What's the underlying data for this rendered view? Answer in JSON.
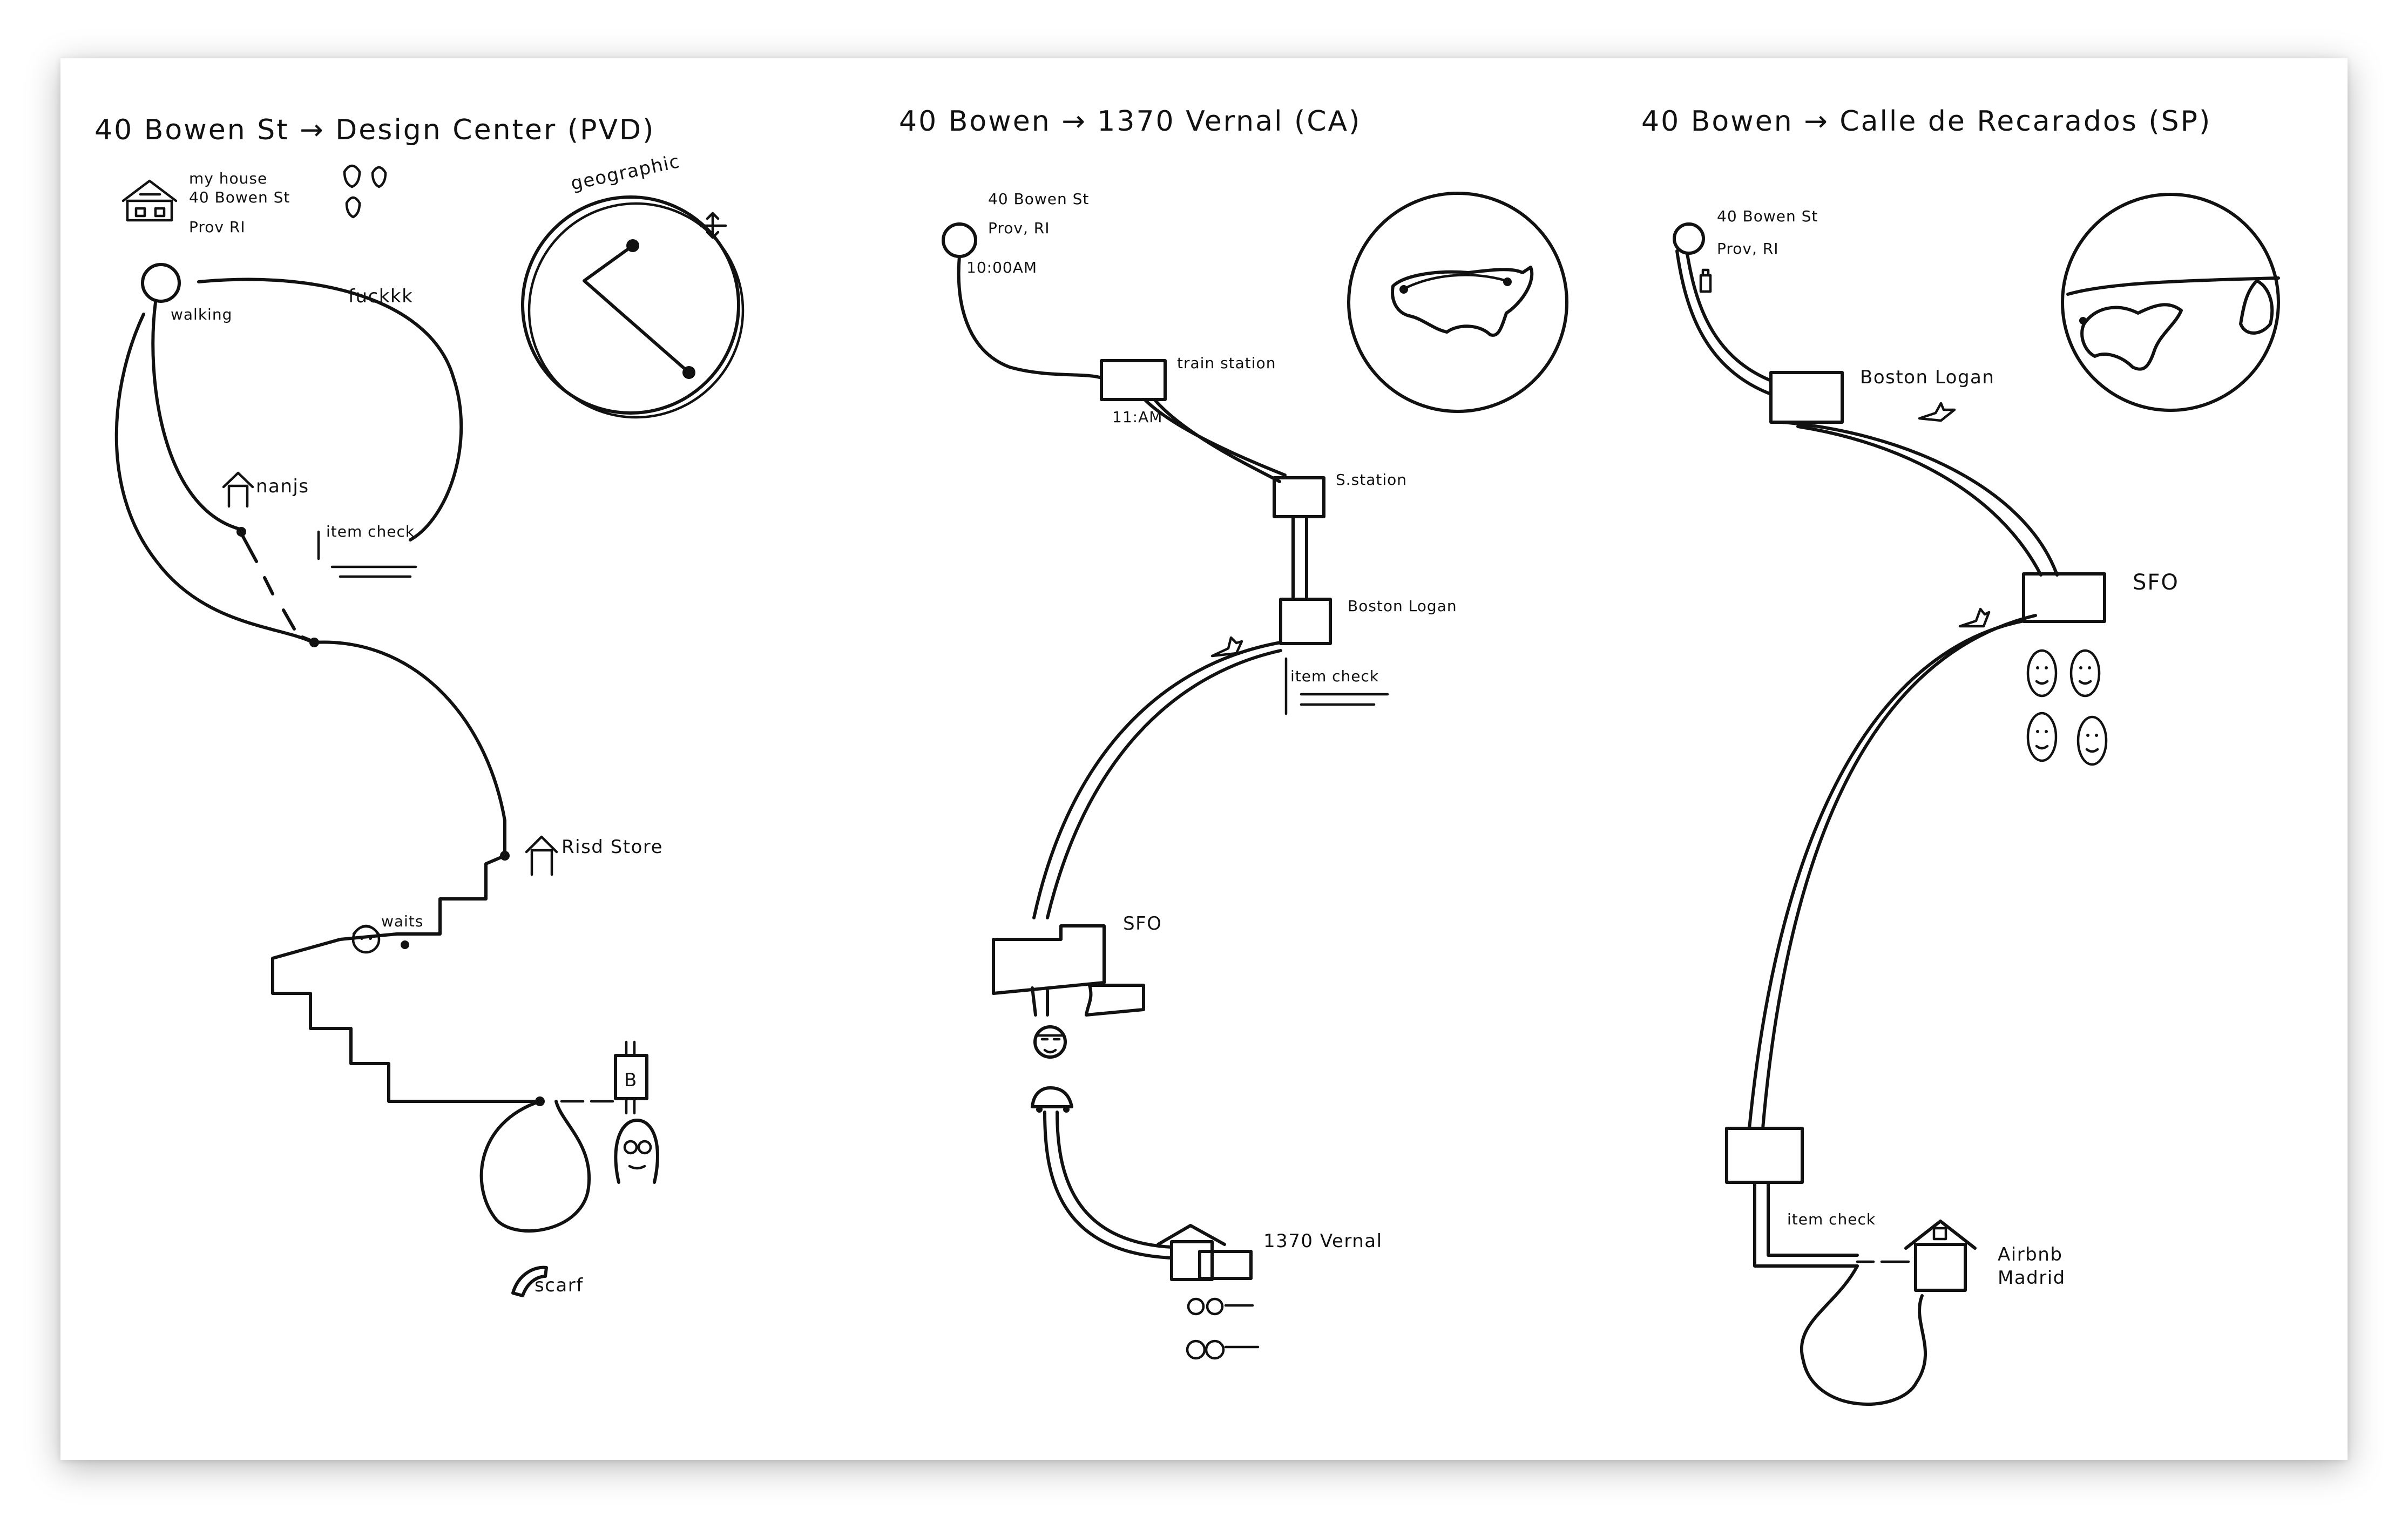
{
  "sketch1": {
    "title": "40 Bowen St → Design Center (PVD)",
    "home_lines": [
      "my house",
      "40 Bowen St",
      "Prov RI"
    ],
    "walking": "walking",
    "alt_route": "fuckkk",
    "stop_nanjs": "nanjs",
    "item_check": "item check",
    "globe_caption": "geographic",
    "risd_store": "Risd Store",
    "friend": "waits",
    "building": "B",
    "scarf": "scarf"
  },
  "sketch2": {
    "title": "40 Bowen → 1370 Vernal (CA)",
    "home_lines": [
      "40 Bowen St",
      "Prov, RI"
    ],
    "depart_time": "10:00AM",
    "train_station": "train station",
    "train_time": "11:AM",
    "s_station": "S.station",
    "boston_logan": "Boston Logan",
    "item_check": "item check",
    "sfo": "SFO",
    "destination": "1370 Vernal"
  },
  "sketch3": {
    "title": "40 Bowen → Calle de Recarados (SP)",
    "home_lines": [
      "40 Bowen St",
      "Prov, RI"
    ],
    "boston_logan": "Boston Logan",
    "sfo": "SFO",
    "item_check": "item check",
    "destination_lines": [
      "Airbnb",
      "Madrid"
    ]
  }
}
